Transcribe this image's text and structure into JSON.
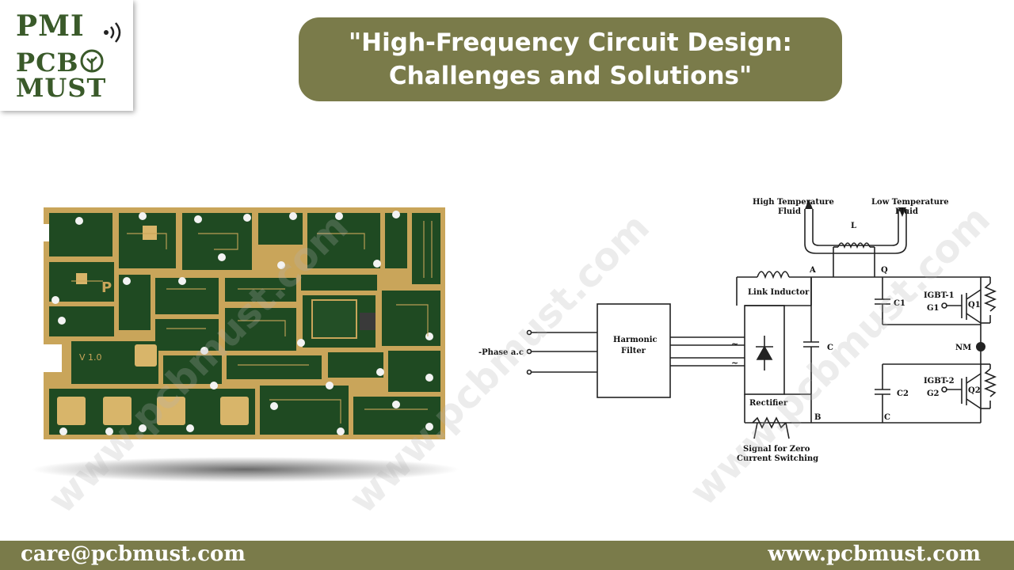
{
  "logo": {
    "line1": "PMI",
    "line2": "PCB",
    "line3": "MUST",
    "color": "#3a5a2a"
  },
  "title": {
    "line1": "\"High-Frequency Circuit Design:",
    "line2": "Challenges and Solutions\""
  },
  "pcb": {
    "board_text_1": "V 1.0"
  },
  "circuit": {
    "high_temp": [
      "High Temperature",
      "Fluid"
    ],
    "low_temp": [
      "Low Temperature",
      "Fluid"
    ],
    "inductor_L": "L",
    "link_inductor": "Link Inductor",
    "node_A": "A",
    "node_Q": "Q",
    "node_B": "B",
    "node_C": "C",
    "cap_C": "C",
    "cap_C1": "C1",
    "cap_C2": "C2",
    "igbt1": "IGBT-1",
    "g1": "G1",
    "q1": "Q1",
    "igbt2": "IGBT-2",
    "g2": "G2",
    "q2": "Q2",
    "nm": "NM",
    "harmonic": [
      "Harmonic",
      "Filter"
    ],
    "phase": "-Phase a.c",
    "rectifier": "Rectifier",
    "signal": [
      "Signal for Zero",
      "Current Switching"
    ]
  },
  "watermark": "www.pcbmust.com",
  "footer": {
    "email": "care@pcbmust.com",
    "website": "www.pcbmust.com"
  },
  "colors": {
    "brand": "#7a7b4a",
    "pcb_green": "#1f4a22",
    "pcb_gold": "#c9a55a"
  }
}
